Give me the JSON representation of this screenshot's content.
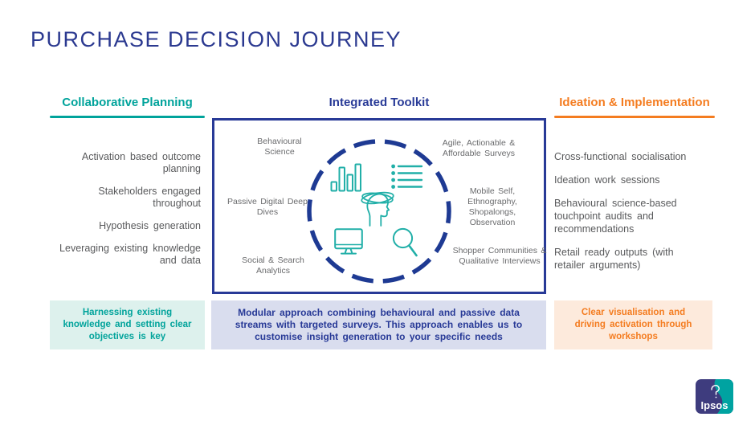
{
  "title": "PURCHASE DECISION JOURNEY",
  "left_column": {
    "header": "Collaborative Planning",
    "items": [
      "Activation based outcome planning",
      "Stakeholders engaged throughout",
      "Hypothesis generation",
      "Leveraging existing knowledge and data"
    ],
    "callout": "Harnessing existing knowledge and setting clear objectives is key"
  },
  "middle_column": {
    "header": "Integrated Toolkit",
    "labels_left": [
      "Behavioural Science",
      "Passive Digital Deep Dives",
      "Social & Search Analytics"
    ],
    "labels_right": [
      "Agile, Actionable & Affordable Surveys",
      "Mobile Self, Ethnography, Shopalongs, Observation",
      "Shopper Communities & Qualitative Interviews"
    ],
    "icons": [
      "bar-chart-icon",
      "bullet-list-icon",
      "mind-orbit-icon",
      "monitor-icon",
      "search-icon"
    ],
    "callout": "Modular approach combining behavioural and passive data streams with targeted surveys. This approach enables us to customise insight generation to your specific needs"
  },
  "right_column": {
    "header": "Ideation & Implementation",
    "items": [
      "Cross-functional socialisation",
      "Ideation work sessions",
      "Behavioural science-based touchpoint audits and recommendations",
      "Retail ready outputs (with retailer arguments)"
    ],
    "callout": "Clear visualisation and driving activation through workshops"
  },
  "logo": {
    "brand": "Ipsos"
  },
  "colors": {
    "title_blue": "#2B3990",
    "teal": "#00A39B",
    "dark_blue": "#283A97",
    "orange": "#F47C20",
    "body_gray": "#58595B",
    "teal_bg": "#DDF1ED",
    "blue_bg": "#D9DDEE",
    "orange_bg": "#FDEADC",
    "icon_teal": "#21AFA8",
    "logo_navy": "#3E3C7E",
    "logo_teal": "#00A3A1"
  }
}
